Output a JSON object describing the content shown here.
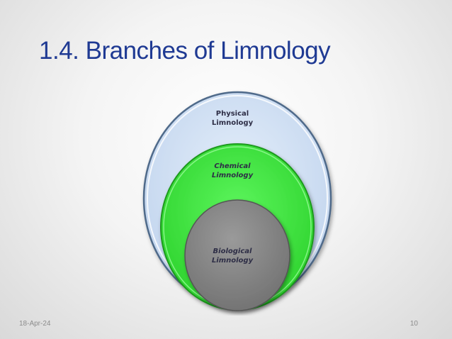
{
  "slide": {
    "title": "1.4. Branches of Limnology"
  },
  "diagram": {
    "circles": [
      {
        "line1": "Physical",
        "line2": "Limnology",
        "color": "#cfe0f3",
        "italic": false
      },
      {
        "line1": "Chemical",
        "line2": "Limnology",
        "color": "#44e844",
        "italic": true
      },
      {
        "line1": "Biological",
        "line2": "Limnology",
        "color": "#8a8a8a",
        "italic": true
      }
    ]
  },
  "footer": {
    "date": "18-Apr-24",
    "page": "10"
  }
}
